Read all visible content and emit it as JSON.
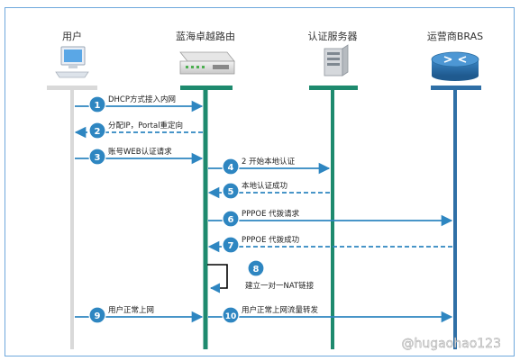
{
  "participants": [
    {
      "id": "user",
      "label": "用户",
      "icon": "computer-icon"
    },
    {
      "id": "router",
      "label": "蓝海卓越路由",
      "icon": "router-icon"
    },
    {
      "id": "auth",
      "label": "认证服务器",
      "icon": "server-icon"
    },
    {
      "id": "bras",
      "label": "运营商BRAS",
      "icon": "bras-router-icon"
    }
  ],
  "steps": [
    {
      "num": "1",
      "label": "DHCP方式接入内网",
      "from": "user",
      "to": "router",
      "style": "solid"
    },
    {
      "num": "2",
      "label": "分配IP，Portal重定向",
      "from": "router",
      "to": "user",
      "style": "dashed"
    },
    {
      "num": "3",
      "label": "账号WEB认证请求",
      "from": "user",
      "to": "router",
      "style": "solid"
    },
    {
      "num": "4",
      "label": "2 开始本地认证",
      "from": "router",
      "to": "auth",
      "style": "solid"
    },
    {
      "num": "5",
      "label": "本地认证成功",
      "from": "auth",
      "to": "router",
      "style": "dashed"
    },
    {
      "num": "6",
      "label": "PPPOE 代拨请求",
      "from": "router",
      "to": "bras",
      "style": "solid"
    },
    {
      "num": "7",
      "label": "PPPOE 代拨成功",
      "from": "bras",
      "to": "router",
      "style": "dashed"
    },
    {
      "num": "8",
      "label": "建立一对一NAT链接",
      "from": "router",
      "to": "router",
      "style": "self"
    },
    {
      "num": "9",
      "label": "用户正常上网",
      "from": "user",
      "to": "router",
      "style": "solid"
    },
    {
      "num": "10",
      "label": "用户正常上网流量转发",
      "from": "router",
      "to": "bras",
      "style": "solid"
    }
  ],
  "watermark": "@hugaohao123",
  "colors": {
    "frame": "#6fa8dc",
    "arrow": "#2e86c1",
    "circle": "#2e86c1",
    "user_line": "#d9d9d9",
    "router_line": "#1e8a6e",
    "auth_line": "#1e8a6e",
    "bras_line": "#2f6fa6",
    "bras_icon": "#2b6ea3"
  }
}
